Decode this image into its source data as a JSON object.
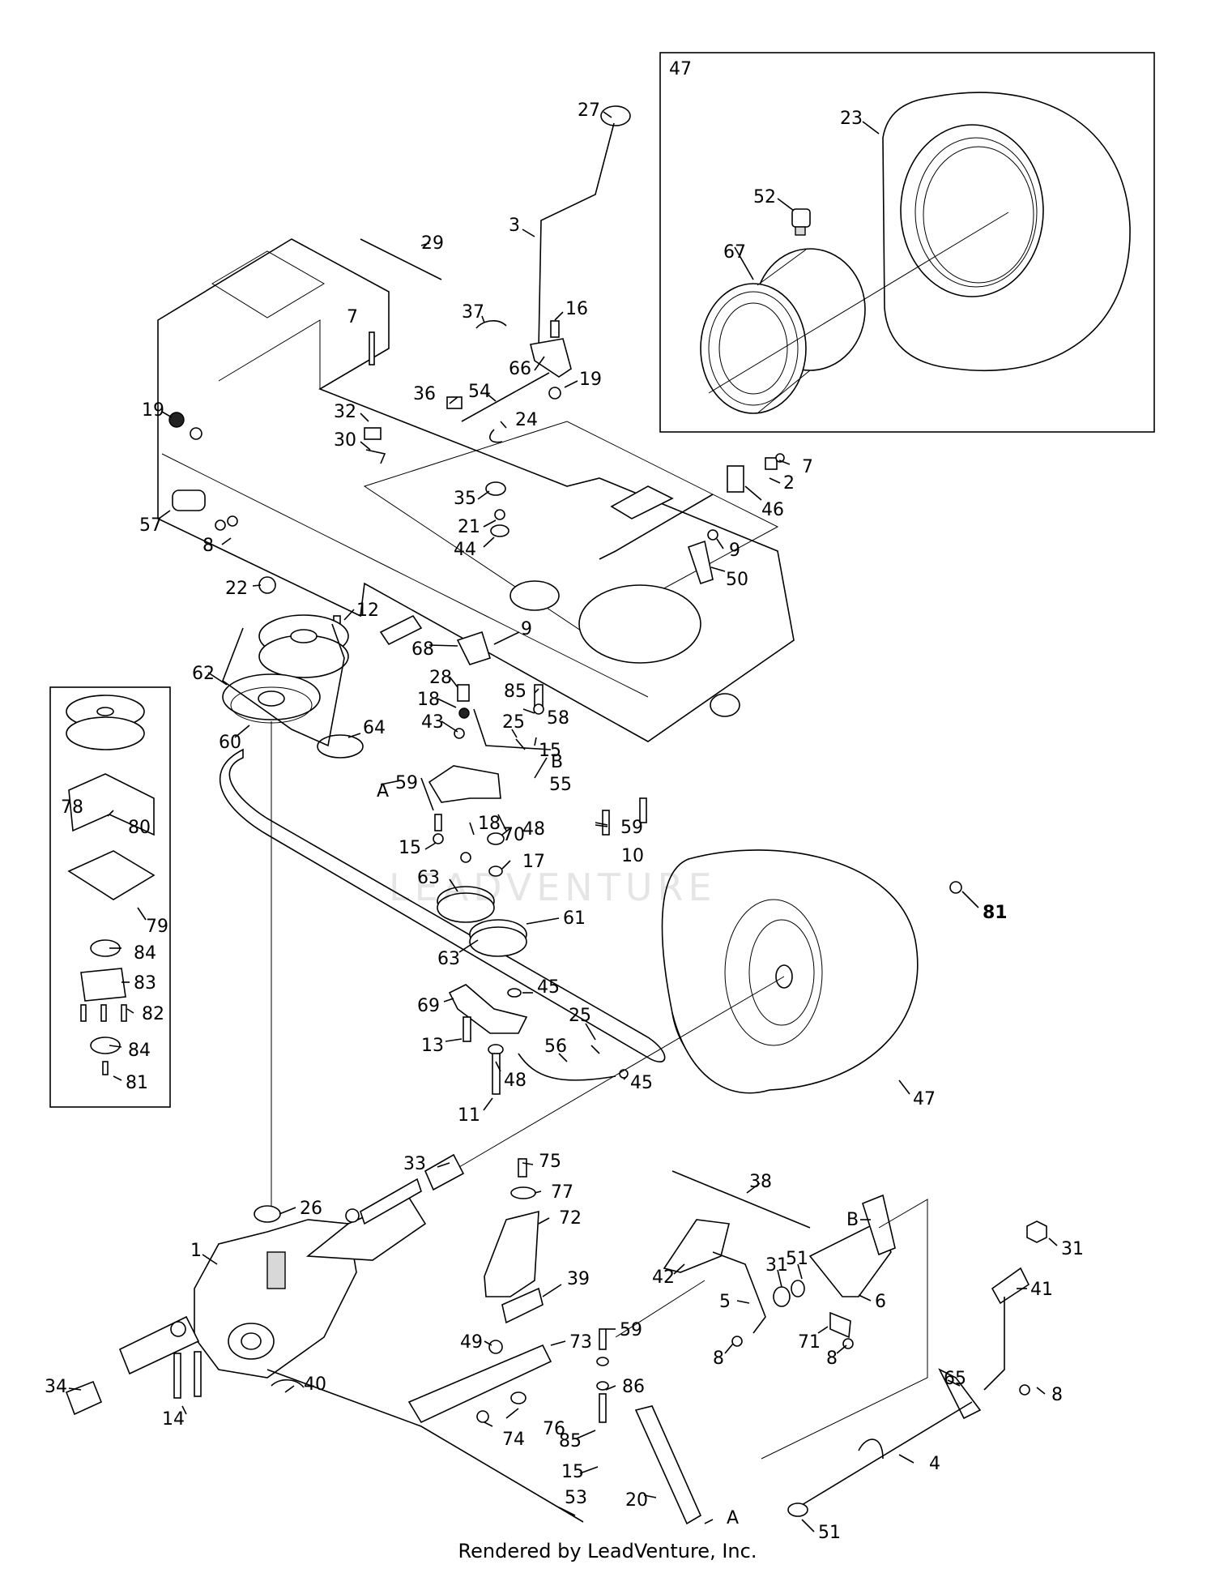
{
  "footer": "Rendered by LeadVenture, Inc.",
  "watermark": "LEADVENTURE",
  "wheel_inset": {
    "label": "47"
  },
  "callouts": [
    {
      "id": "c27",
      "text": "27"
    },
    {
      "id": "c3",
      "text": "3"
    },
    {
      "id": "c29",
      "text": "29"
    },
    {
      "id": "c37",
      "text": "37"
    },
    {
      "id": "c16",
      "text": "16"
    },
    {
      "id": "c7a",
      "text": "7"
    },
    {
      "id": "c66",
      "text": "66"
    },
    {
      "id": "c19a",
      "text": "19"
    },
    {
      "id": "c36",
      "text": "36"
    },
    {
      "id": "c54",
      "text": "54"
    },
    {
      "id": "c24",
      "text": "24"
    },
    {
      "id": "c32",
      "text": "32"
    },
    {
      "id": "c30",
      "text": "30"
    },
    {
      "id": "c19b",
      "text": "19"
    },
    {
      "id": "c57",
      "text": "57"
    },
    {
      "id": "c8a",
      "text": "8"
    },
    {
      "id": "c35",
      "text": "35"
    },
    {
      "id": "c21",
      "text": "21"
    },
    {
      "id": "c44",
      "text": "44"
    },
    {
      "id": "c7b",
      "text": "7"
    },
    {
      "id": "c2",
      "text": "2"
    },
    {
      "id": "c46",
      "text": "46"
    },
    {
      "id": "c9a",
      "text": "9"
    },
    {
      "id": "c50",
      "text": "50"
    },
    {
      "id": "c23",
      "text": "23"
    },
    {
      "id": "c52",
      "text": "52"
    },
    {
      "id": "c67",
      "text": "67"
    },
    {
      "id": "c22",
      "text": "22"
    },
    {
      "id": "c12",
      "text": "12"
    },
    {
      "id": "c68",
      "text": "68"
    },
    {
      "id": "c9b",
      "text": "9"
    },
    {
      "id": "c62",
      "text": "62"
    },
    {
      "id": "c28",
      "text": "28"
    },
    {
      "id": "c85a",
      "text": "85"
    },
    {
      "id": "c58",
      "text": "58"
    },
    {
      "id": "c18a",
      "text": "18"
    },
    {
      "id": "c43",
      "text": "43"
    },
    {
      "id": "c25a",
      "text": "25"
    },
    {
      "id": "c15a",
      "text": "15"
    },
    {
      "id": "c60",
      "text": "60"
    },
    {
      "id": "c64",
      "text": "64"
    },
    {
      "id": "cB1",
      "text": "B"
    },
    {
      "id": "c55",
      "text": "55"
    },
    {
      "id": "cA1",
      "text": "A"
    },
    {
      "id": "c59a",
      "text": "59"
    },
    {
      "id": "c70",
      "text": "70"
    },
    {
      "id": "c18b",
      "text": "18"
    },
    {
      "id": "c59b",
      "text": "59"
    },
    {
      "id": "c10",
      "text": "10"
    },
    {
      "id": "c15b",
      "text": "15"
    },
    {
      "id": "c48a",
      "text": "48"
    },
    {
      "id": "c78",
      "text": "78"
    },
    {
      "id": "c80",
      "text": "80"
    },
    {
      "id": "c17",
      "text": "17"
    },
    {
      "id": "c63a",
      "text": "63"
    },
    {
      "id": "c61",
      "text": "61"
    },
    {
      "id": "c81a",
      "text": "81"
    },
    {
      "id": "c79",
      "text": "79"
    },
    {
      "id": "c84a",
      "text": "84"
    },
    {
      "id": "c83",
      "text": "83"
    },
    {
      "id": "c82",
      "text": "82"
    },
    {
      "id": "c84b",
      "text": "84"
    },
    {
      "id": "c81b",
      "text": "81"
    },
    {
      "id": "c63b",
      "text": "63"
    },
    {
      "id": "c45a",
      "text": "45"
    },
    {
      "id": "c69",
      "text": "69"
    },
    {
      "id": "c25b",
      "text": "25"
    },
    {
      "id": "c13",
      "text": "13"
    },
    {
      "id": "c56",
      "text": "56"
    },
    {
      "id": "c48b",
      "text": "48"
    },
    {
      "id": "c45b",
      "text": "45"
    },
    {
      "id": "c11",
      "text": "11"
    },
    {
      "id": "c47b",
      "text": "47"
    },
    {
      "id": "c75",
      "text": "75"
    },
    {
      "id": "c33",
      "text": "33"
    },
    {
      "id": "c77",
      "text": "77"
    },
    {
      "id": "c38",
      "text": "38"
    },
    {
      "id": "c26",
      "text": "26"
    },
    {
      "id": "c72",
      "text": "72"
    },
    {
      "id": "cB2",
      "text": "B"
    },
    {
      "id": "c1",
      "text": "1"
    },
    {
      "id": "c42",
      "text": "42"
    },
    {
      "id": "c31a",
      "text": "31"
    },
    {
      "id": "c51a",
      "text": "51"
    },
    {
      "id": "c31b",
      "text": "31"
    },
    {
      "id": "c39",
      "text": "39"
    },
    {
      "id": "c5",
      "text": "5"
    },
    {
      "id": "c6",
      "text": "6"
    },
    {
      "id": "c41",
      "text": "41"
    },
    {
      "id": "c49",
      "text": "49"
    },
    {
      "id": "c73",
      "text": "73"
    },
    {
      "id": "c71",
      "text": "71"
    },
    {
      "id": "c8b",
      "text": "8"
    },
    {
      "id": "c8c",
      "text": "8"
    },
    {
      "id": "c34",
      "text": "34"
    },
    {
      "id": "c40",
      "text": "40"
    },
    {
      "id": "c59c",
      "text": "59"
    },
    {
      "id": "c65",
      "text": "65"
    },
    {
      "id": "c8d",
      "text": "8"
    },
    {
      "id": "c86",
      "text": "86"
    },
    {
      "id": "c14",
      "text": "14"
    },
    {
      "id": "c76",
      "text": "76"
    },
    {
      "id": "c74",
      "text": "74"
    },
    {
      "id": "c85b",
      "text": "85"
    },
    {
      "id": "c4",
      "text": "4"
    },
    {
      "id": "c15c",
      "text": "15"
    },
    {
      "id": "c53",
      "text": "53"
    },
    {
      "id": "c20",
      "text": "20"
    },
    {
      "id": "cA2",
      "text": "A"
    },
    {
      "id": "c51b",
      "text": "51"
    }
  ]
}
